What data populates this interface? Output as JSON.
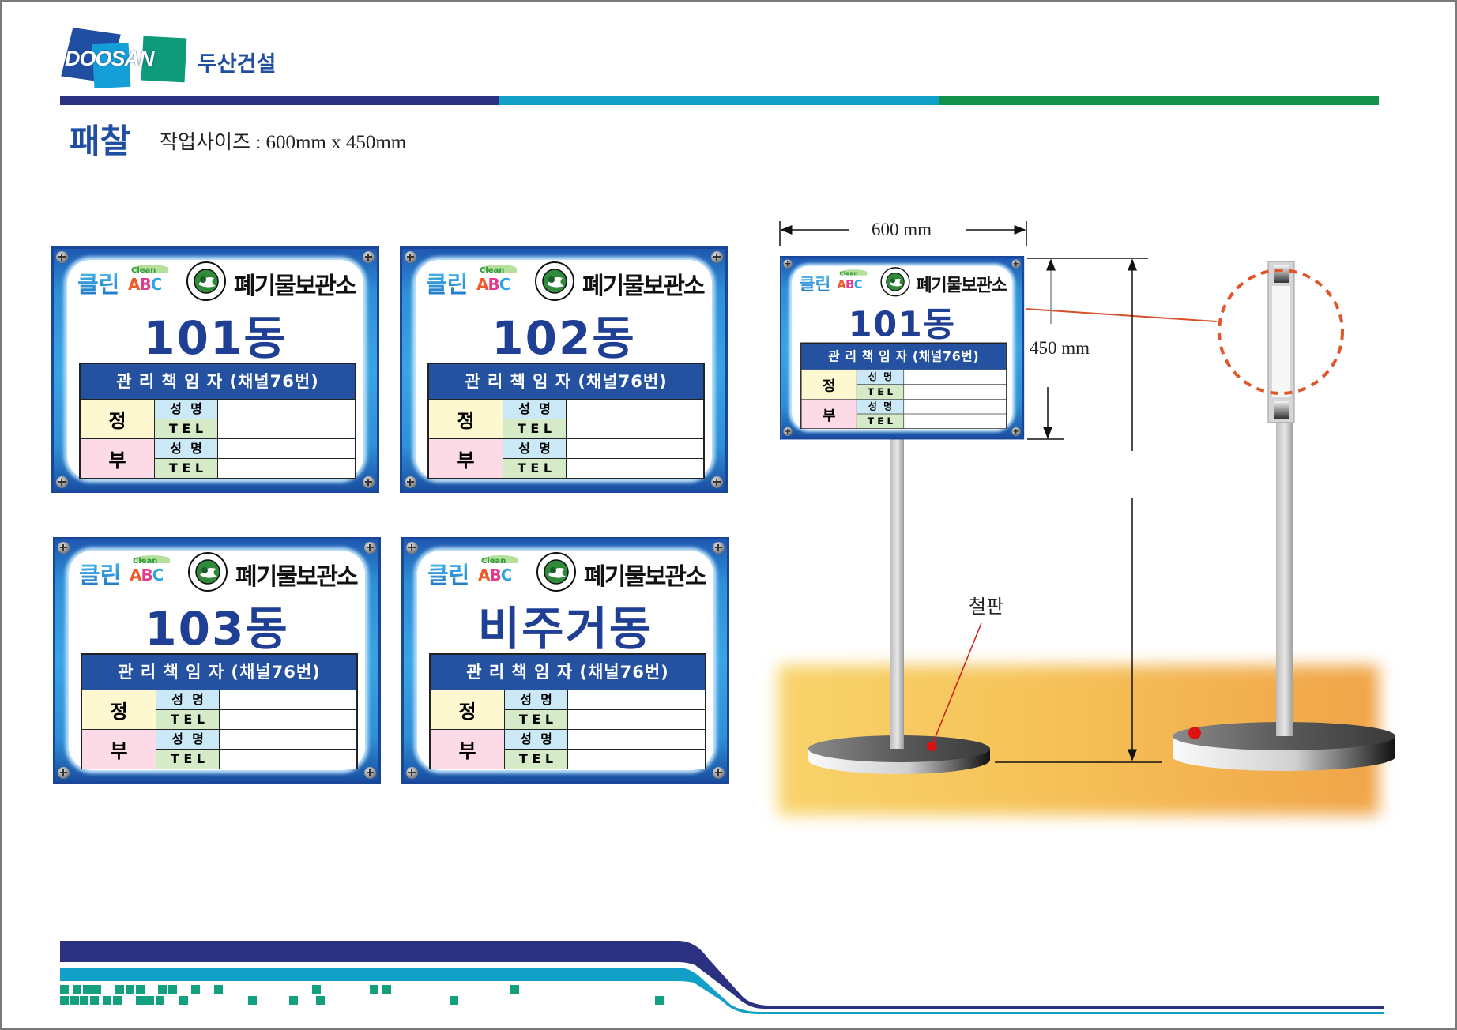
{
  "header": {
    "logo_text": "DOOSAN",
    "company": "두산건설",
    "title": "패찰",
    "subtitle": "작업사이즈 : 600mm x 450mm"
  },
  "sign_common": {
    "brand": "클린",
    "brand_small": "Clean",
    "brand_abc": "ABC",
    "facility": "폐기물보관소",
    "table_header": "관 리 책 임 자 (채널76번)",
    "primary": "정",
    "secondary": "부",
    "name_label": "성  명",
    "tel_label": "T E L"
  },
  "signs": [
    {
      "building": "101동"
    },
    {
      "building": "102동"
    },
    {
      "building": "103동"
    },
    {
      "building": "비주거동"
    },
    {
      "building": "101동"
    }
  ],
  "diagram": {
    "width_label": "600 mm",
    "height_label": "450 mm",
    "plate_label": "철판"
  },
  "colors": {
    "navy": "#2b3180",
    "cyan": "#13a0c8",
    "green": "#12924a",
    "sign_blue": "#1f3f94",
    "callout": "#e0562a"
  }
}
